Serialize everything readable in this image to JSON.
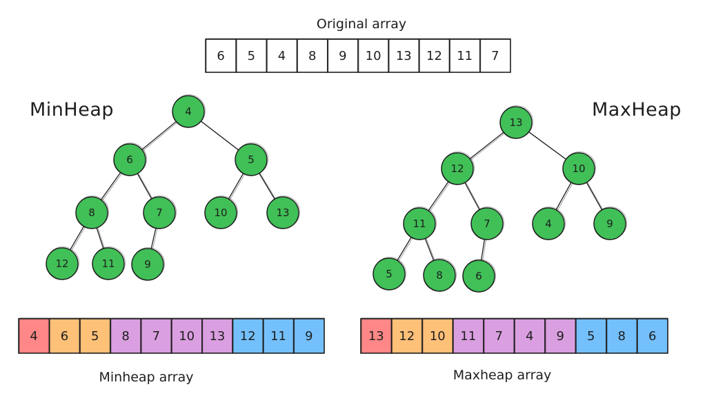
{
  "original": {
    "title": "Original array",
    "values": [
      "6",
      "5",
      "4",
      "8",
      "9",
      "10",
      "13",
      "12",
      "11",
      "7"
    ]
  },
  "minheap": {
    "title": "MinHeap",
    "caption": "Minheap array",
    "array": [
      "4",
      "6",
      "5",
      "8",
      "7",
      "10",
      "13",
      "12",
      "11",
      "9"
    ],
    "levels": [
      1,
      2,
      2,
      3,
      3,
      3,
      3,
      4,
      4,
      4
    ]
  },
  "maxheap": {
    "title": "MaxHeap",
    "caption": "Maxheap array",
    "array": [
      "13",
      "12",
      "10",
      "11",
      "7",
      "4",
      "9",
      "5",
      "8",
      "6"
    ],
    "levels": [
      1,
      2,
      2,
      3,
      3,
      3,
      3,
      4,
      4,
      4
    ]
  },
  "colors": {
    "node_fill": "#40c057",
    "node_stroke": "#1e1e1e",
    "level_1": "#ff8787",
    "level_2": "#ffc078",
    "level_3": "#da9fe0",
    "level_4": "#74c0fc"
  }
}
